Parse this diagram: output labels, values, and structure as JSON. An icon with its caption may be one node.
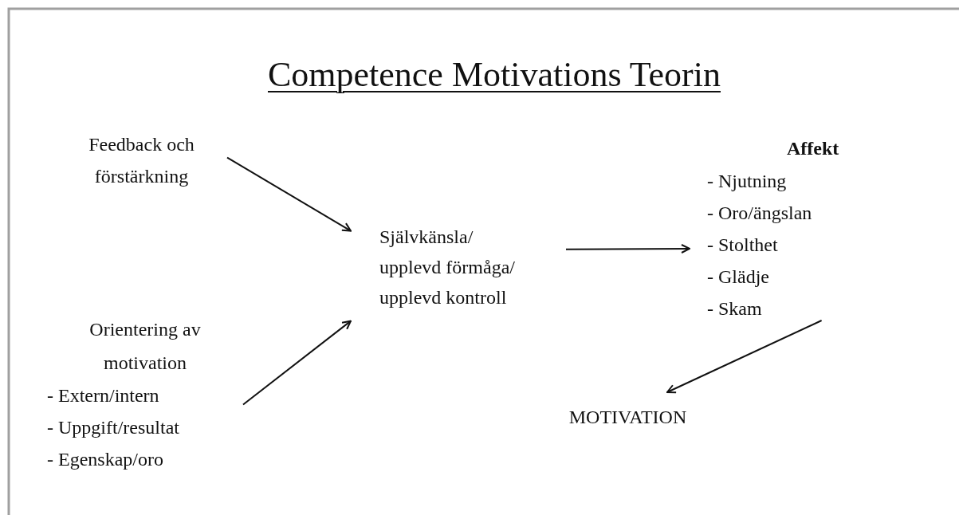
{
  "diagram": {
    "title": "Competence Motivations Teorin",
    "nodes": [
      {
        "text": [
          "Feedback och förstärkning"
        ]
      },
      {
        "text": [
          "Orientering av motivation",
          "- Extern/intern",
          "- Uppgift/resultat",
          "- Egenskap/oro"
        ]
      },
      {
        "text": [
          "Självkänsla/ upplevd förmåga/ upplevd kontroll"
        ]
      },
      {
        "text": [
          "Affekt",
          "- Njutning",
          "- Oro/ängslan",
          "- Stolthet",
          "- Glädje",
          "- Skam"
        ]
      },
      {
        "text": [
          "MOTIVATION"
        ]
      }
    ],
    "edges": [
      {
        "from": 0,
        "to": 2,
        "arrow": "to"
      },
      {
        "from": 1,
        "to": 2,
        "arrow": "to"
      },
      {
        "from": 2,
        "to": 3,
        "arrow": "to"
      },
      {
        "from": 3,
        "to": 4,
        "arrow": "to"
      }
    ]
  }
}
